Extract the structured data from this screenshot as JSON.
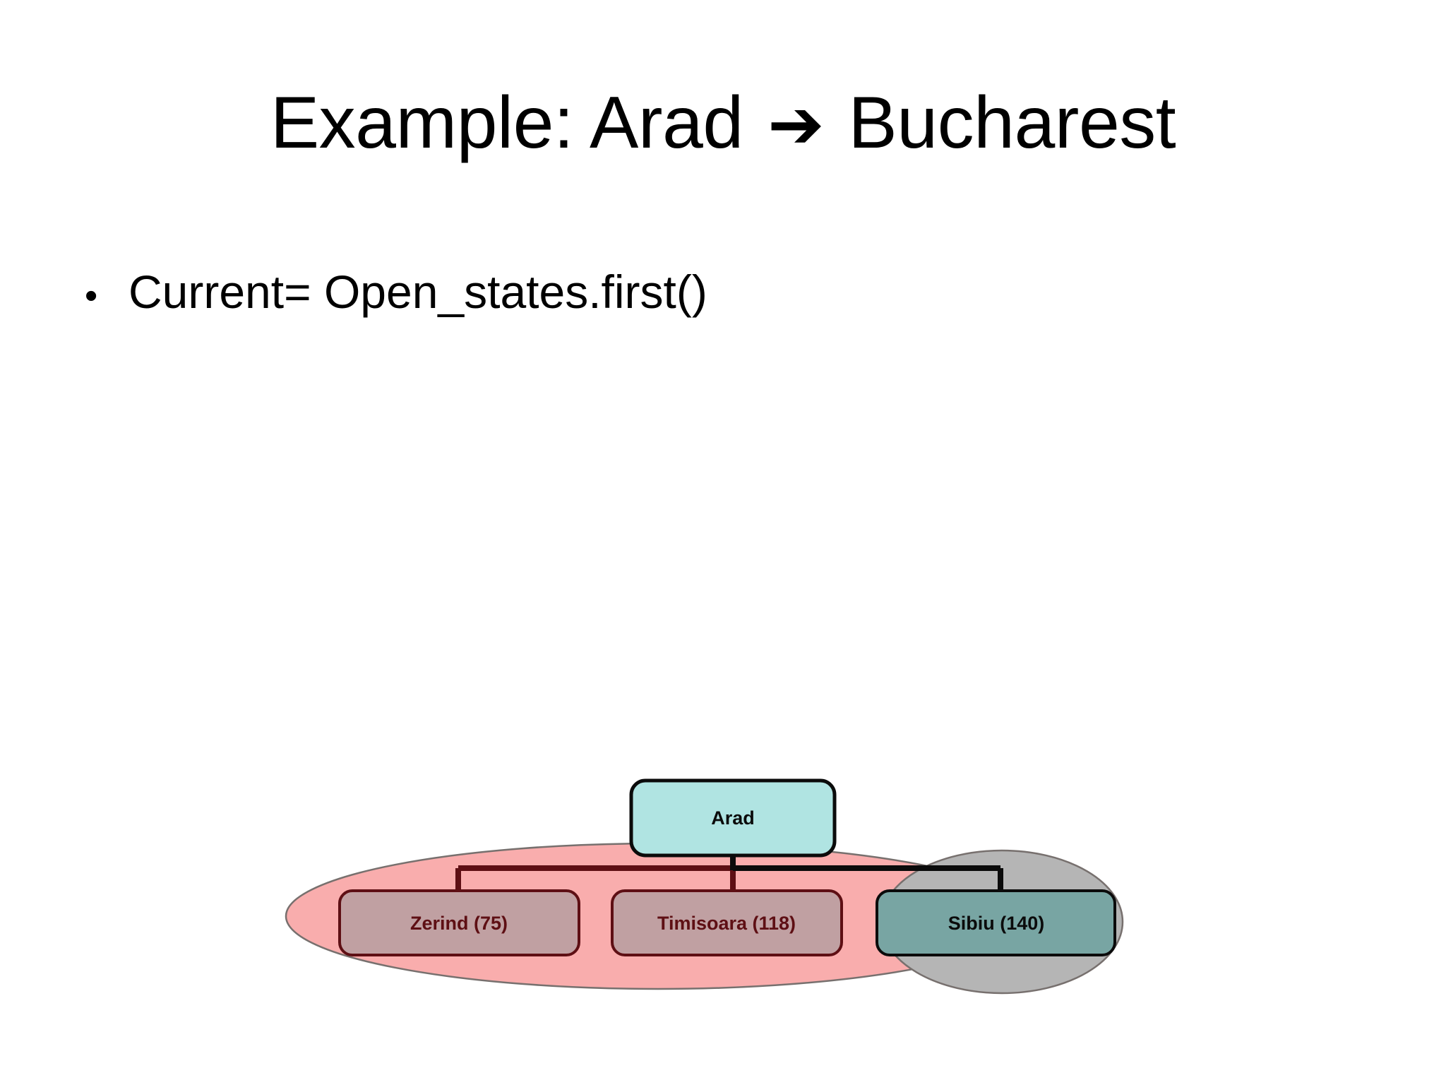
{
  "slide": {
    "title_prefix": "Example: Arad",
    "title_arrow": "➔",
    "title_suffix": "Bucharest",
    "title_full": "Example: Arad ➔ Bucharest",
    "background_color": "#ffffff"
  },
  "bullets": [
    {
      "marker": "•",
      "text": "Current= Open_states.first()"
    }
  ],
  "diagram": {
    "type": "search-tree",
    "root": {
      "label": "Arad",
      "fill": "#b0e4e2",
      "stroke": "#000000",
      "text_color": "#0b0b0b"
    },
    "children": [
      {
        "label": "Zerind (75)",
        "cost": 75,
        "city": "Zerind",
        "fill": "#c0a0a2",
        "stroke": "#5e0f14",
        "text_color": "#5e0f14",
        "group": "open-states"
      },
      {
        "label": "Timisoara (118)",
        "cost": 118,
        "city": "Timisoara",
        "fill": "#c0a0a2",
        "stroke": "#5e0f14",
        "text_color": "#5e0f14",
        "group": "open-states"
      },
      {
        "label": "Sibiu (140)",
        "cost": 140,
        "city": "Sibiu",
        "fill": "#78a5a3",
        "stroke": "#000000",
        "text_color": "#0b0b0b",
        "group": "current"
      }
    ],
    "groups": [
      {
        "name": "open-states-ellipse",
        "fill": "#f9adad",
        "stroke": "#77706e"
      },
      {
        "name": "current-ellipse",
        "fill": "#b5b5b5",
        "stroke": "#77706e"
      }
    ],
    "edge_colors": {
      "open_branch": "#5e0f14",
      "current_branch": "#0b0b0b"
    }
  }
}
